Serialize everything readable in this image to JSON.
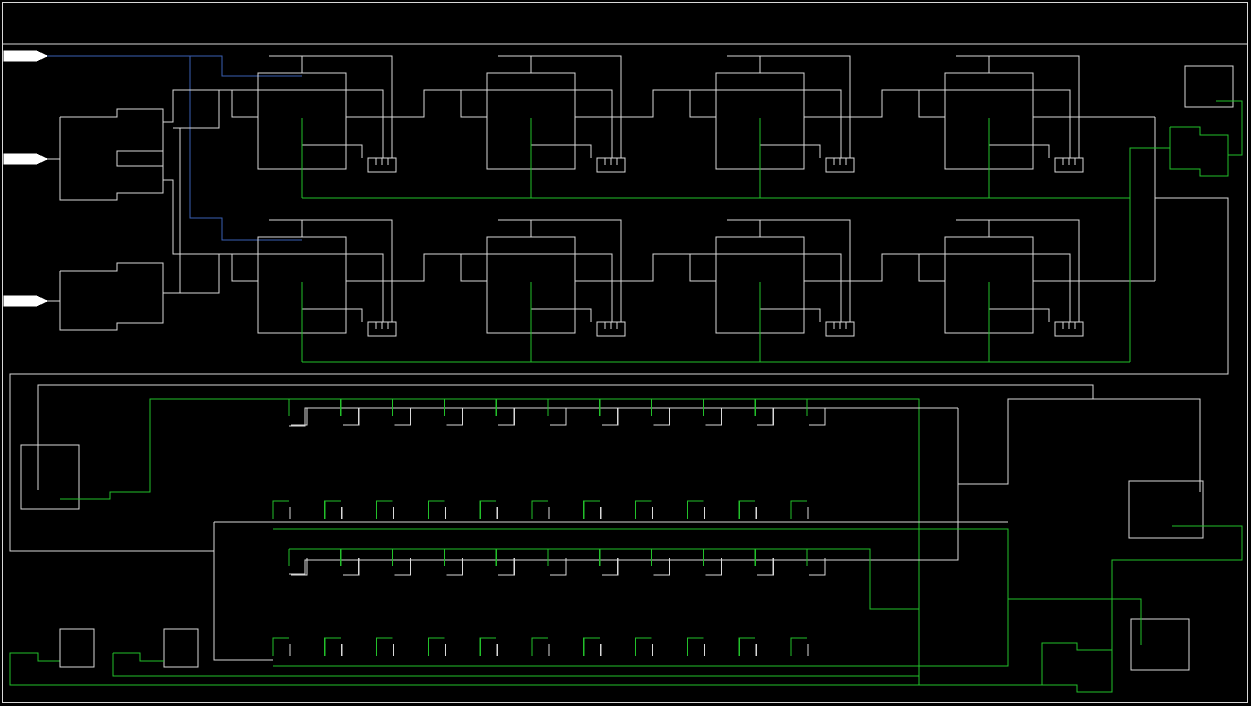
{
  "colors": {
    "background": "#000000",
    "wire": "#d8d8d8",
    "signal": "#22c02a",
    "bus": "#3a5fb4"
  },
  "schematic": {
    "input_ports": 3,
    "cell_rows": 2,
    "cells_per_row": 4,
    "taps_per_row": 11,
    "lower_rows": 4,
    "small_blocks": 2,
    "right_blocks": 3
  }
}
